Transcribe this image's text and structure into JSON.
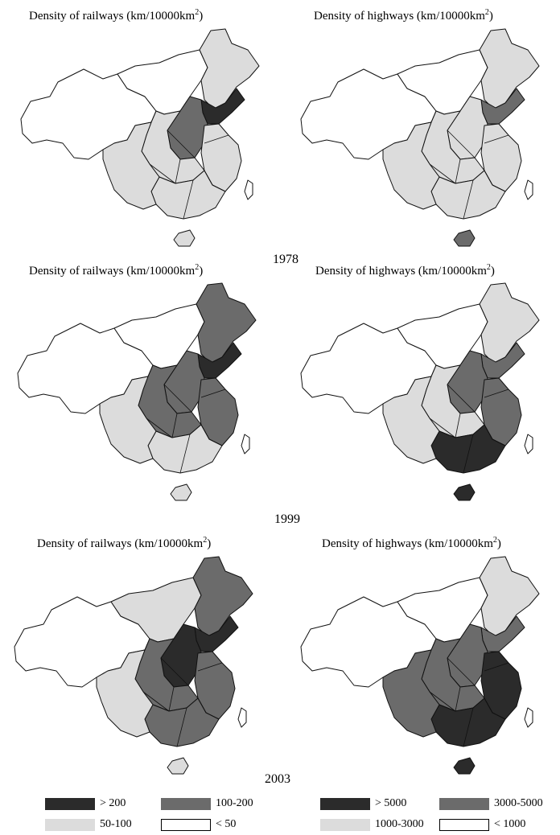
{
  "titles": {
    "rail_prefix": "Density of railways (km/10000km",
    "hwy_prefix": "Density of highways (km/10000km",
    "sup": "2",
    "suffix": ")"
  },
  "years": [
    "1978",
    "1999",
    "2003"
  ],
  "colors": {
    "dark": "#2b2b2b",
    "mid": "#6b6b6b",
    "light": "#dcdcdc",
    "none": "#ffffff",
    "stroke": "#111111"
  },
  "legend_rail": [
    {
      "label": "> 200",
      "shade": "dark"
    },
    {
      "label": "100-200",
      "shade": "mid"
    },
    {
      "label": "50-100",
      "shade": "light"
    },
    {
      "label": "< 50",
      "shade": "none"
    }
  ],
  "legend_hwy": [
    {
      "label": "> 5000",
      "shade": "dark"
    },
    {
      "label": "3000-5000",
      "shade": "mid"
    },
    {
      "label": "1000-3000",
      "shade": "light"
    },
    {
      "label": "< 1000",
      "shade": "none"
    }
  ],
  "maps": [
    {
      "type": "rail",
      "year": "1978",
      "west": "none",
      "north": "none",
      "ne": "light",
      "bohai": "dark",
      "northc": "mid",
      "east": "light",
      "central": "light",
      "south": "light",
      "southwest": "light",
      "hainan": "light"
    },
    {
      "type": "hwy",
      "year": "1978",
      "west": "none",
      "north": "none",
      "ne": "light",
      "bohai": "mid",
      "northc": "light",
      "east": "light",
      "central": "light",
      "south": "light",
      "southwest": "light",
      "hainan": "mid"
    },
    {
      "type": "rail",
      "year": "1999",
      "west": "none",
      "north": "none",
      "ne": "mid",
      "bohai": "dark",
      "northc": "mid",
      "east": "mid",
      "central": "mid",
      "south": "light",
      "southwest": "light",
      "hainan": "light"
    },
    {
      "type": "hwy",
      "year": "1999",
      "west": "none",
      "north": "none",
      "ne": "light",
      "bohai": "mid",
      "northc": "mid",
      "east": "mid",
      "central": "light",
      "south": "dark",
      "southwest": "light",
      "hainan": "dark"
    },
    {
      "type": "rail",
      "year": "2003",
      "west": "none",
      "north": "light",
      "ne": "mid",
      "bohai": "dark",
      "northc": "dark",
      "east": "mid",
      "central": "mid",
      "south": "mid",
      "southwest": "light",
      "hainan": "light"
    },
    {
      "type": "hwy",
      "year": "2003",
      "west": "none",
      "north": "none",
      "ne": "light",
      "bohai": "mid",
      "northc": "mid",
      "east": "dark",
      "central": "mid",
      "south": "dark",
      "southwest": "mid",
      "hainan": "dark"
    }
  ]
}
